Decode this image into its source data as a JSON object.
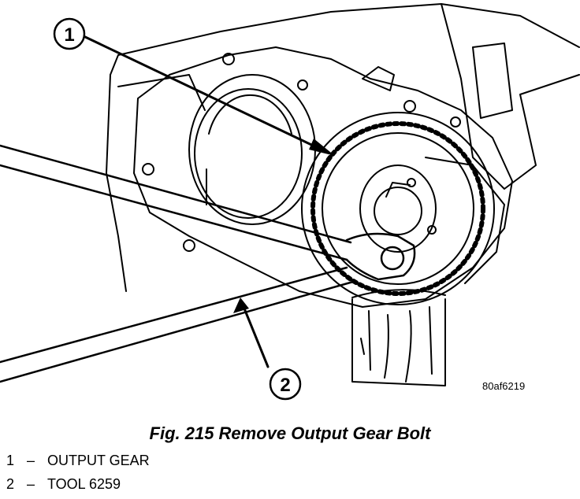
{
  "figure": {
    "caption": "Fig. 215 Remove Output Gear Bolt",
    "image_id": "80af6219"
  },
  "callouts": [
    {
      "number": "1",
      "label": "OUTPUT GEAR"
    },
    {
      "number": "2",
      "label": "TOOL 6259"
    }
  ],
  "legend_separator": "–"
}
